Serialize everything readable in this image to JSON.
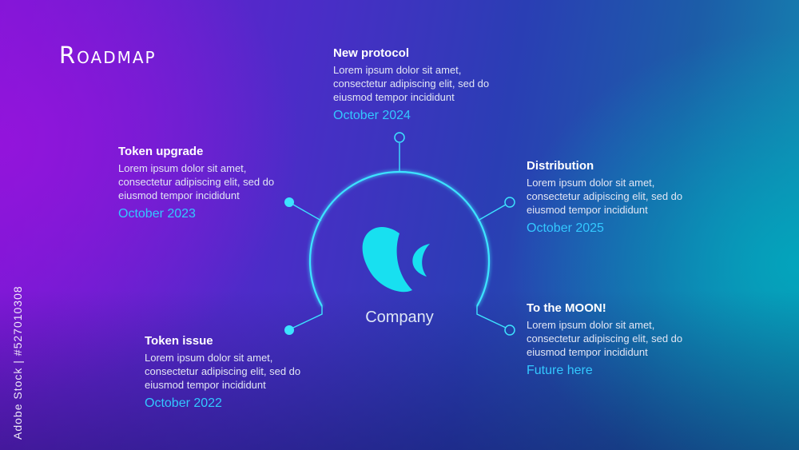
{
  "title": "Roadmap",
  "center_label": "Company",
  "stock_id": "Adobe Stock | #527010308",
  "milestones": [
    {
      "heading": "New protocol",
      "text": "Lorem ipsum dolor sit amet, consectetur adipiscing elit, sed do eiusmod tempor incididunt",
      "date": "October 2024"
    },
    {
      "heading": "Token upgrade",
      "text": "Lorem ipsum dolor sit amet, consectetur adipiscing elit, sed do eiusmod tempor incididunt",
      "date": "October 2023"
    },
    {
      "heading": "Distribution",
      "text": "Lorem ipsum dolor sit amet, consectetur adipiscing elit, sed do eiusmod tempor incididunt",
      "date": "October 2025"
    },
    {
      "heading": "To the MOON!",
      "text": "Lorem ipsum dolor sit amet, consectetur adipiscing elit, sed do eiusmod tempor incididunt",
      "date": "Future here"
    },
    {
      "heading": "Token issue",
      "text": "Lorem ipsum dolor sit amet, consectetur adipiscing elit, sed do eiusmod tempor incididunt",
      "date": "October 2022"
    }
  ],
  "colors": {
    "accent": "#33c8ff",
    "logo": "#18e0f0"
  }
}
